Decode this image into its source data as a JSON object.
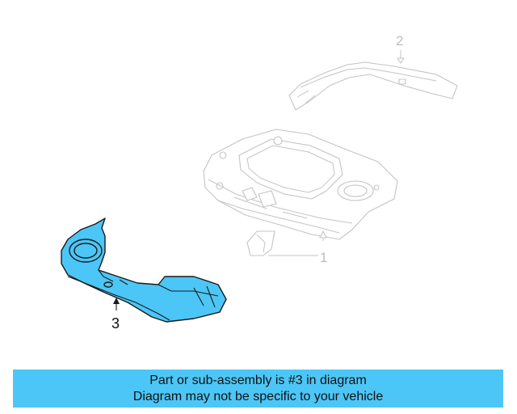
{
  "diagram": {
    "callouts": [
      {
        "id": "1",
        "label": "1",
        "highlighted": false
      },
      {
        "id": "2",
        "label": "2",
        "highlighted": false
      },
      {
        "id": "3",
        "label": "3",
        "highlighted": true
      }
    ],
    "highlight_color": "#4cc6f6"
  },
  "banner": {
    "line1": "Part or sub-assembly is #3 in diagram",
    "line2": "Diagram may not be specific to your vehicle",
    "color": "#4cc6f6"
  }
}
